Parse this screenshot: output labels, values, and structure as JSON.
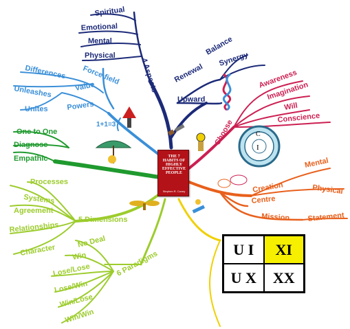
{
  "center": {
    "book_title": "THE 7 HABITS OF HIGHLY EFFECTIVE PEOPLE",
    "book_author": "Stephen R. Covey"
  },
  "aspects": {
    "branch": "4 Aspects",
    "items": [
      "Spiritual",
      "Emotional",
      "Mental",
      "Physical"
    ]
  },
  "upward": {
    "branch": "Upward",
    "renewal": "Renewal",
    "balance": "Balance",
    "synergy": "Synergy"
  },
  "choose": {
    "branch": "Choose",
    "items": [
      "Awareness",
      "Imagination",
      "Will",
      "Conscience"
    ],
    "circle_letters": [
      "C",
      "I"
    ]
  },
  "creation": {
    "branch": "Creation",
    "items": [
      "Mental",
      "Physical"
    ],
    "centre": "Centre",
    "mission": "Mission",
    "statement": "Statement"
  },
  "force": {
    "force_field": "Force field",
    "value": "Value",
    "differences": "Differences",
    "unleashes": "Unleashes",
    "powers": "Powers",
    "unites": "Unites",
    "equation": "1+1=3"
  },
  "green": {
    "items": [
      "One to One",
      "Diagnose",
      "Empathic"
    ]
  },
  "dimensions": {
    "branch": "5 Dimensions",
    "items": [
      "Processes",
      "Systems",
      "Agreement",
      "Relationships",
      "Character"
    ]
  },
  "paradigms": {
    "branch": "6 Paradigms",
    "items": [
      "No Deal",
      "Win",
      "Lose/Lose",
      "Lose/Win",
      "Win/Lose",
      "Win/Win"
    ]
  },
  "matrix": {
    "cells": [
      "U I",
      "XI",
      "U X",
      "XX"
    ],
    "highlight_color": "#f6f000"
  },
  "colors": {
    "navy": "#1c2a78",
    "sky": "#3a8fd8",
    "green": "#1f9a2e",
    "lime": "#9ccc2c",
    "magenta": "#cc1f52",
    "orange": "#e8601c",
    "yellow": "#f0d000"
  }
}
